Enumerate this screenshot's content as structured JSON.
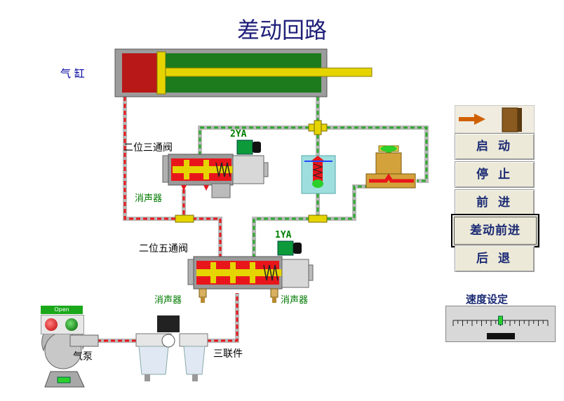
{
  "title": "差动回路",
  "labels": {
    "cylinder": "气  缸",
    "valve3": "二位三通阀",
    "muffler_top": "消声器",
    "valve5": "二位五通阀",
    "muffler_left": "消声器",
    "muffler_right": "消声器",
    "pump": "气泵",
    "frl": "三联件",
    "solenoid_2ya": "2YA",
    "solenoid_1ya": "1YA"
  },
  "buttons": [
    {
      "label": "启 动"
    },
    {
      "label": "停 止"
    },
    {
      "label": "前 进"
    },
    {
      "label": "差动前进",
      "active": true
    },
    {
      "label": "后 退"
    }
  ],
  "speed": {
    "title": "速度设定",
    "slider_value": 50,
    "slider_max": 100
  },
  "pump_panel": {
    "open_label": "Open"
  },
  "colors": {
    "title": "#1f1f7a",
    "button_text": "#1b2a73",
    "cylinder_green": "#1d7a1d",
    "cylinder_red": "#b81818",
    "rod_yellow": "#e5d400",
    "pipe_red": "#e8161b",
    "pipe_green": "#2fa82f"
  }
}
